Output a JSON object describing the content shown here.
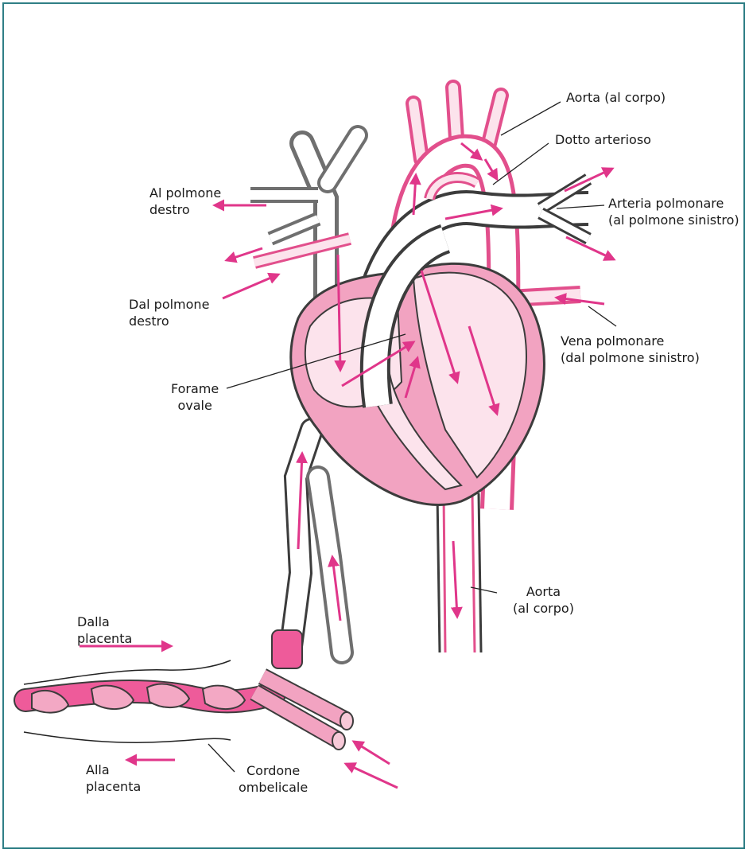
{
  "colors": {
    "frame": "#2f7f86",
    "vessel_pink": "#e24f8c",
    "vessel_light": "#f4c6d7",
    "vessel_medium": "#f08fb6",
    "vessel_dark_pink": "#d94f8f",
    "outline": "#3c3c3c",
    "grey_vessel": "#6f6f6f",
    "arrow": "#e0368a",
    "heart_fill": "#f7c9d8",
    "heart_chamber": "#fce3ec"
  },
  "labels": {
    "aorta_top": "Aorta (al corpo)",
    "ductus": "Dotto arterioso",
    "lung_right_to_1": "Al polmone",
    "lung_right_to_2": "destro",
    "pulm_artery_1": "Arteria polmonare",
    "pulm_artery_2": "(al polmone sinistro)",
    "lung_right_from_1": "Dal polmone",
    "lung_right_from_2": "destro",
    "pulm_vein_1": "Vena polmonare",
    "pulm_vein_2": "(dal polmone sinistro)",
    "foramen_1": "Forame",
    "foramen_2": "ovale",
    "aorta_bottom_1": "Aorta",
    "aorta_bottom_2": "(al corpo)",
    "from_placenta_1": "Dalla",
    "from_placenta_2": "placenta",
    "to_placenta_1": "Alla",
    "to_placenta_2": "placenta",
    "cord_1": "Cordone",
    "cord_2": "ombelicale"
  }
}
